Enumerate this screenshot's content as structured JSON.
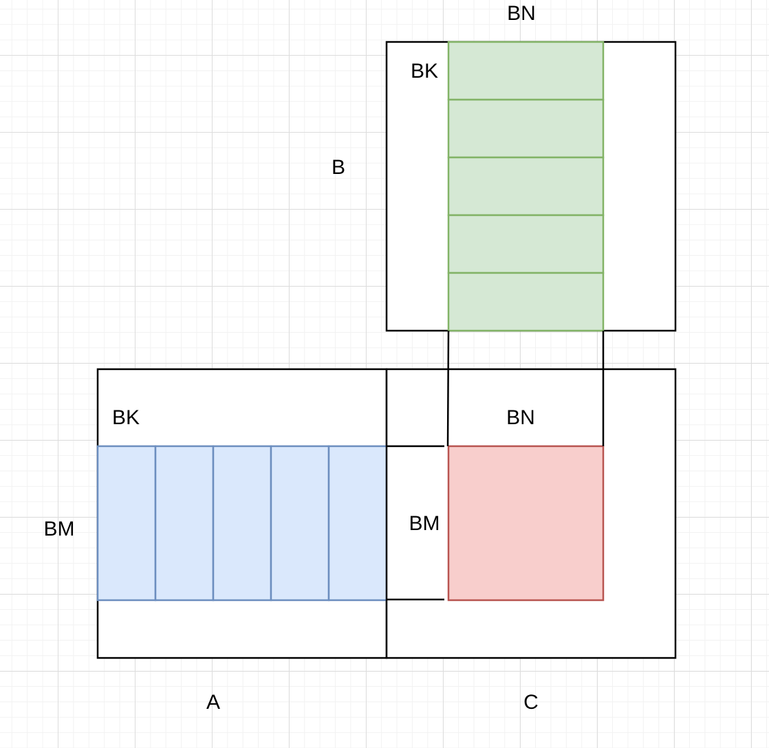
{
  "labels": {
    "top_bn": "BN",
    "b_bk": "BK",
    "b_name": "B",
    "a_bk": "BK",
    "a_bm": "BM",
    "a_name": "A",
    "c_bn": "BN",
    "c_bm": "BM",
    "c_name": "C"
  },
  "colors": {
    "green_fill": "#d5e8d4",
    "green_stroke": "#82b366",
    "blue_fill": "#dae8fc",
    "blue_stroke": "#6c8ebf",
    "red_fill": "#f8cecc",
    "red_stroke": "#b85450",
    "outline": "#000000"
  },
  "tiles": {
    "b_strip_count": 5,
    "a_strip_count": 5
  }
}
